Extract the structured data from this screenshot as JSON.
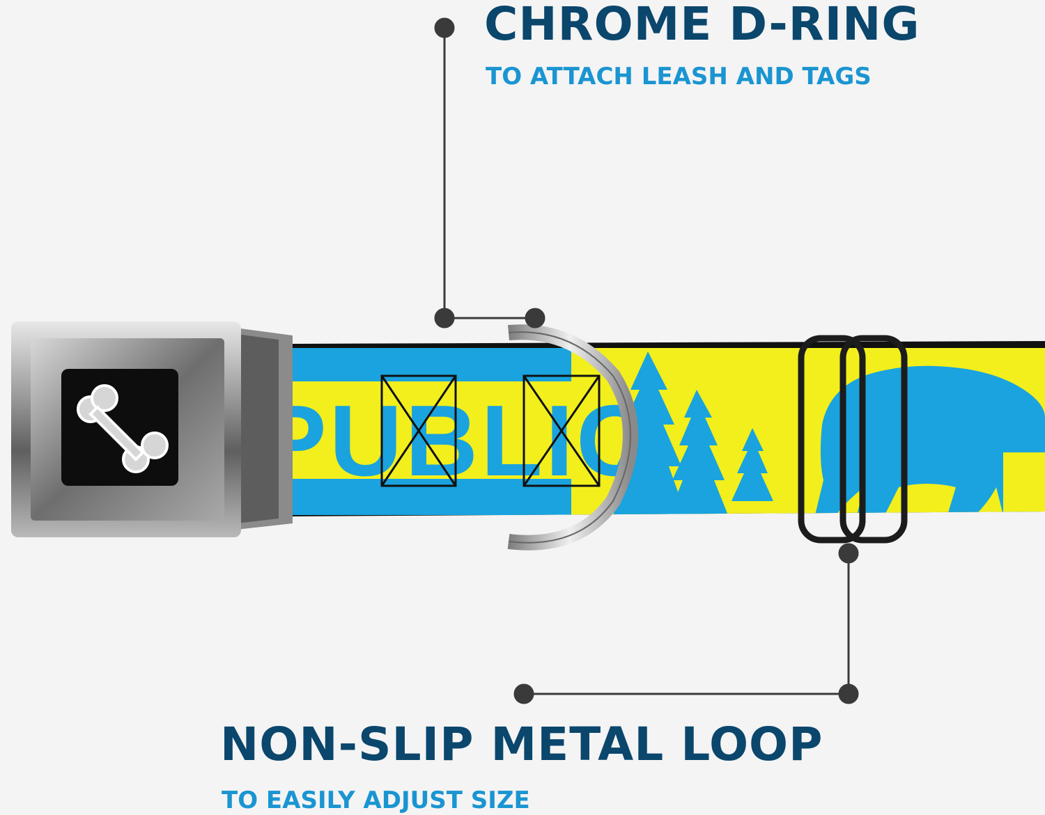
{
  "callouts": {
    "d_ring": {
      "title": "CHROME D-RING",
      "subtitle": "TO ATTACH LEASH AND TAGS"
    },
    "metal_loop": {
      "title": "NON-SLIP METAL LOOP",
      "subtitle": "TO EASILY ADJUST SIZE"
    }
  },
  "collar": {
    "print_text": "PUBLIC",
    "colors": {
      "yellow": "#f2ef1d",
      "blue": "#1aa3de",
      "title": "#0b466c",
      "subtitle": "#1a95d1",
      "leader_line": "#3a3a3a"
    },
    "buckle_icon": "bone-icon"
  }
}
